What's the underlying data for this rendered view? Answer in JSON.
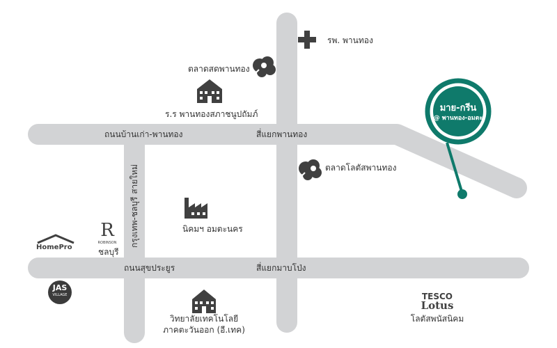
{
  "colors": {
    "road": "#d2d3d5",
    "icon": "#404040",
    "pin": "#0f7a6b",
    "pin_fill": "#ffffff",
    "pin_text": "#0f7a6b"
  },
  "roads": {
    "upper_road": "ถนนบ้านเก่า-พานทอง",
    "lower_road": "ถนนสุขประยูร",
    "vertical_road": "กรุงเทพ-ชลบุรี สายใหม่"
  },
  "intersections": {
    "upper": "สี่แยกพานทอง",
    "lower": "สี่แยกมาบโป่ง"
  },
  "destination": {
    "name": "มาย-กรีน",
    "sub": "@ พานทอง-อมตะ"
  },
  "landmarks": {
    "hospital": {
      "label": "รพ. พานทอง",
      "icon": "hospital-cross-icon"
    },
    "fresh_market": {
      "label": "ตลาดสดพานทอง",
      "icon": "market-produce-icon"
    },
    "school": {
      "label": "ร.ร พานทองสภาชนูปถัมภ์",
      "icon": "school-building-icon"
    },
    "lotus_market": {
      "label": "ตลาดโลตัสพานทอง",
      "icon": "market-produce-icon"
    },
    "industrial_estate": {
      "label": "นิคมฯ อมตะนคร",
      "icon": "factory-icon"
    },
    "homepro": {
      "label": "HomePro",
      "icon": "homepro-logo"
    },
    "robinson": {
      "logo_letter": "R",
      "logo_text": "ROBINSON",
      "label": "ชลบุรี",
      "icon": "robinson-logo"
    },
    "jas": {
      "logo_text": "JAS",
      "logo_sub": "VILLAGE",
      "icon": "jas-village-logo"
    },
    "college": {
      "label_line1": "วิทยาลัยเทคโนโลยี",
      "label_line2": "ภาคตะวันออก (อี.เทค)",
      "icon": "college-building-icon"
    },
    "tesco": {
      "logo_top": "TESCO",
      "logo_bottom": "Lotus",
      "label": "โลตัสพนัสนิคม",
      "icon": "tesco-lotus-logo"
    }
  }
}
